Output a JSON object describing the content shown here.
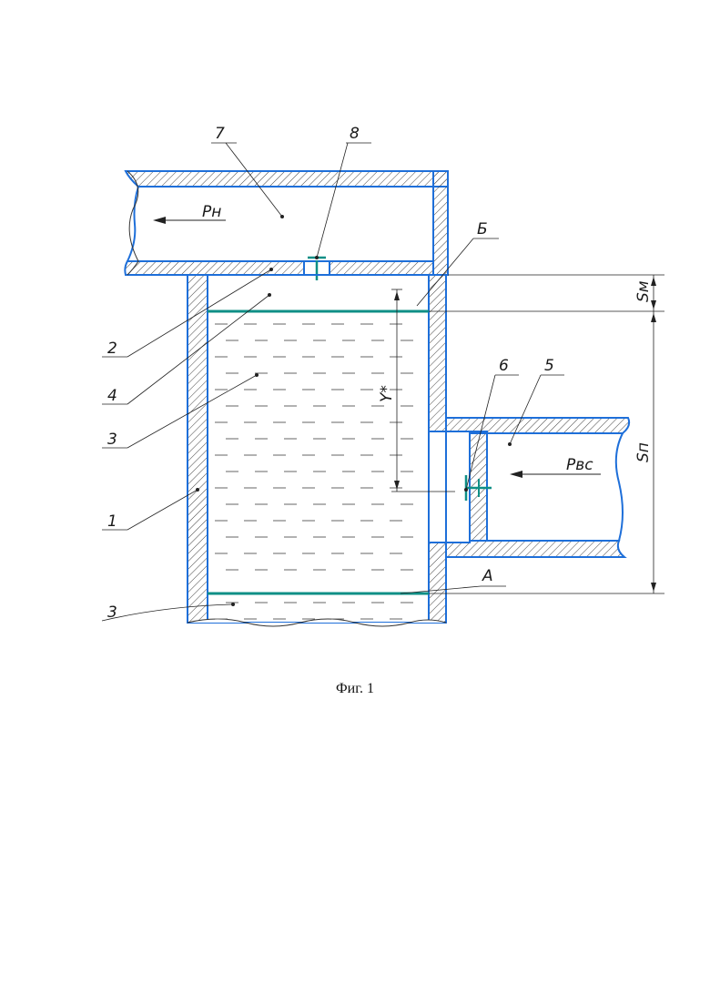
{
  "figure": {
    "caption": "Фиг. 1",
    "labels": {
      "n1": "1",
      "n2": "2",
      "n3_upper": "3",
      "n3_lower": "3",
      "n4": "4",
      "n5": "5",
      "n6": "6",
      "n7": "7",
      "n8": "8",
      "letter_A": "А",
      "letter_B": "Б",
      "p_n": "Рн",
      "p_vs": "Рвс",
      "s_m": "Sм",
      "s_p": "Sп",
      "y_star": "Y*"
    }
  },
  "colors": {
    "outline": "#1e6fd9",
    "piston": "#0f8f86",
    "hatch": "#444444",
    "leader": "#222222",
    "dash": "#666666"
  }
}
